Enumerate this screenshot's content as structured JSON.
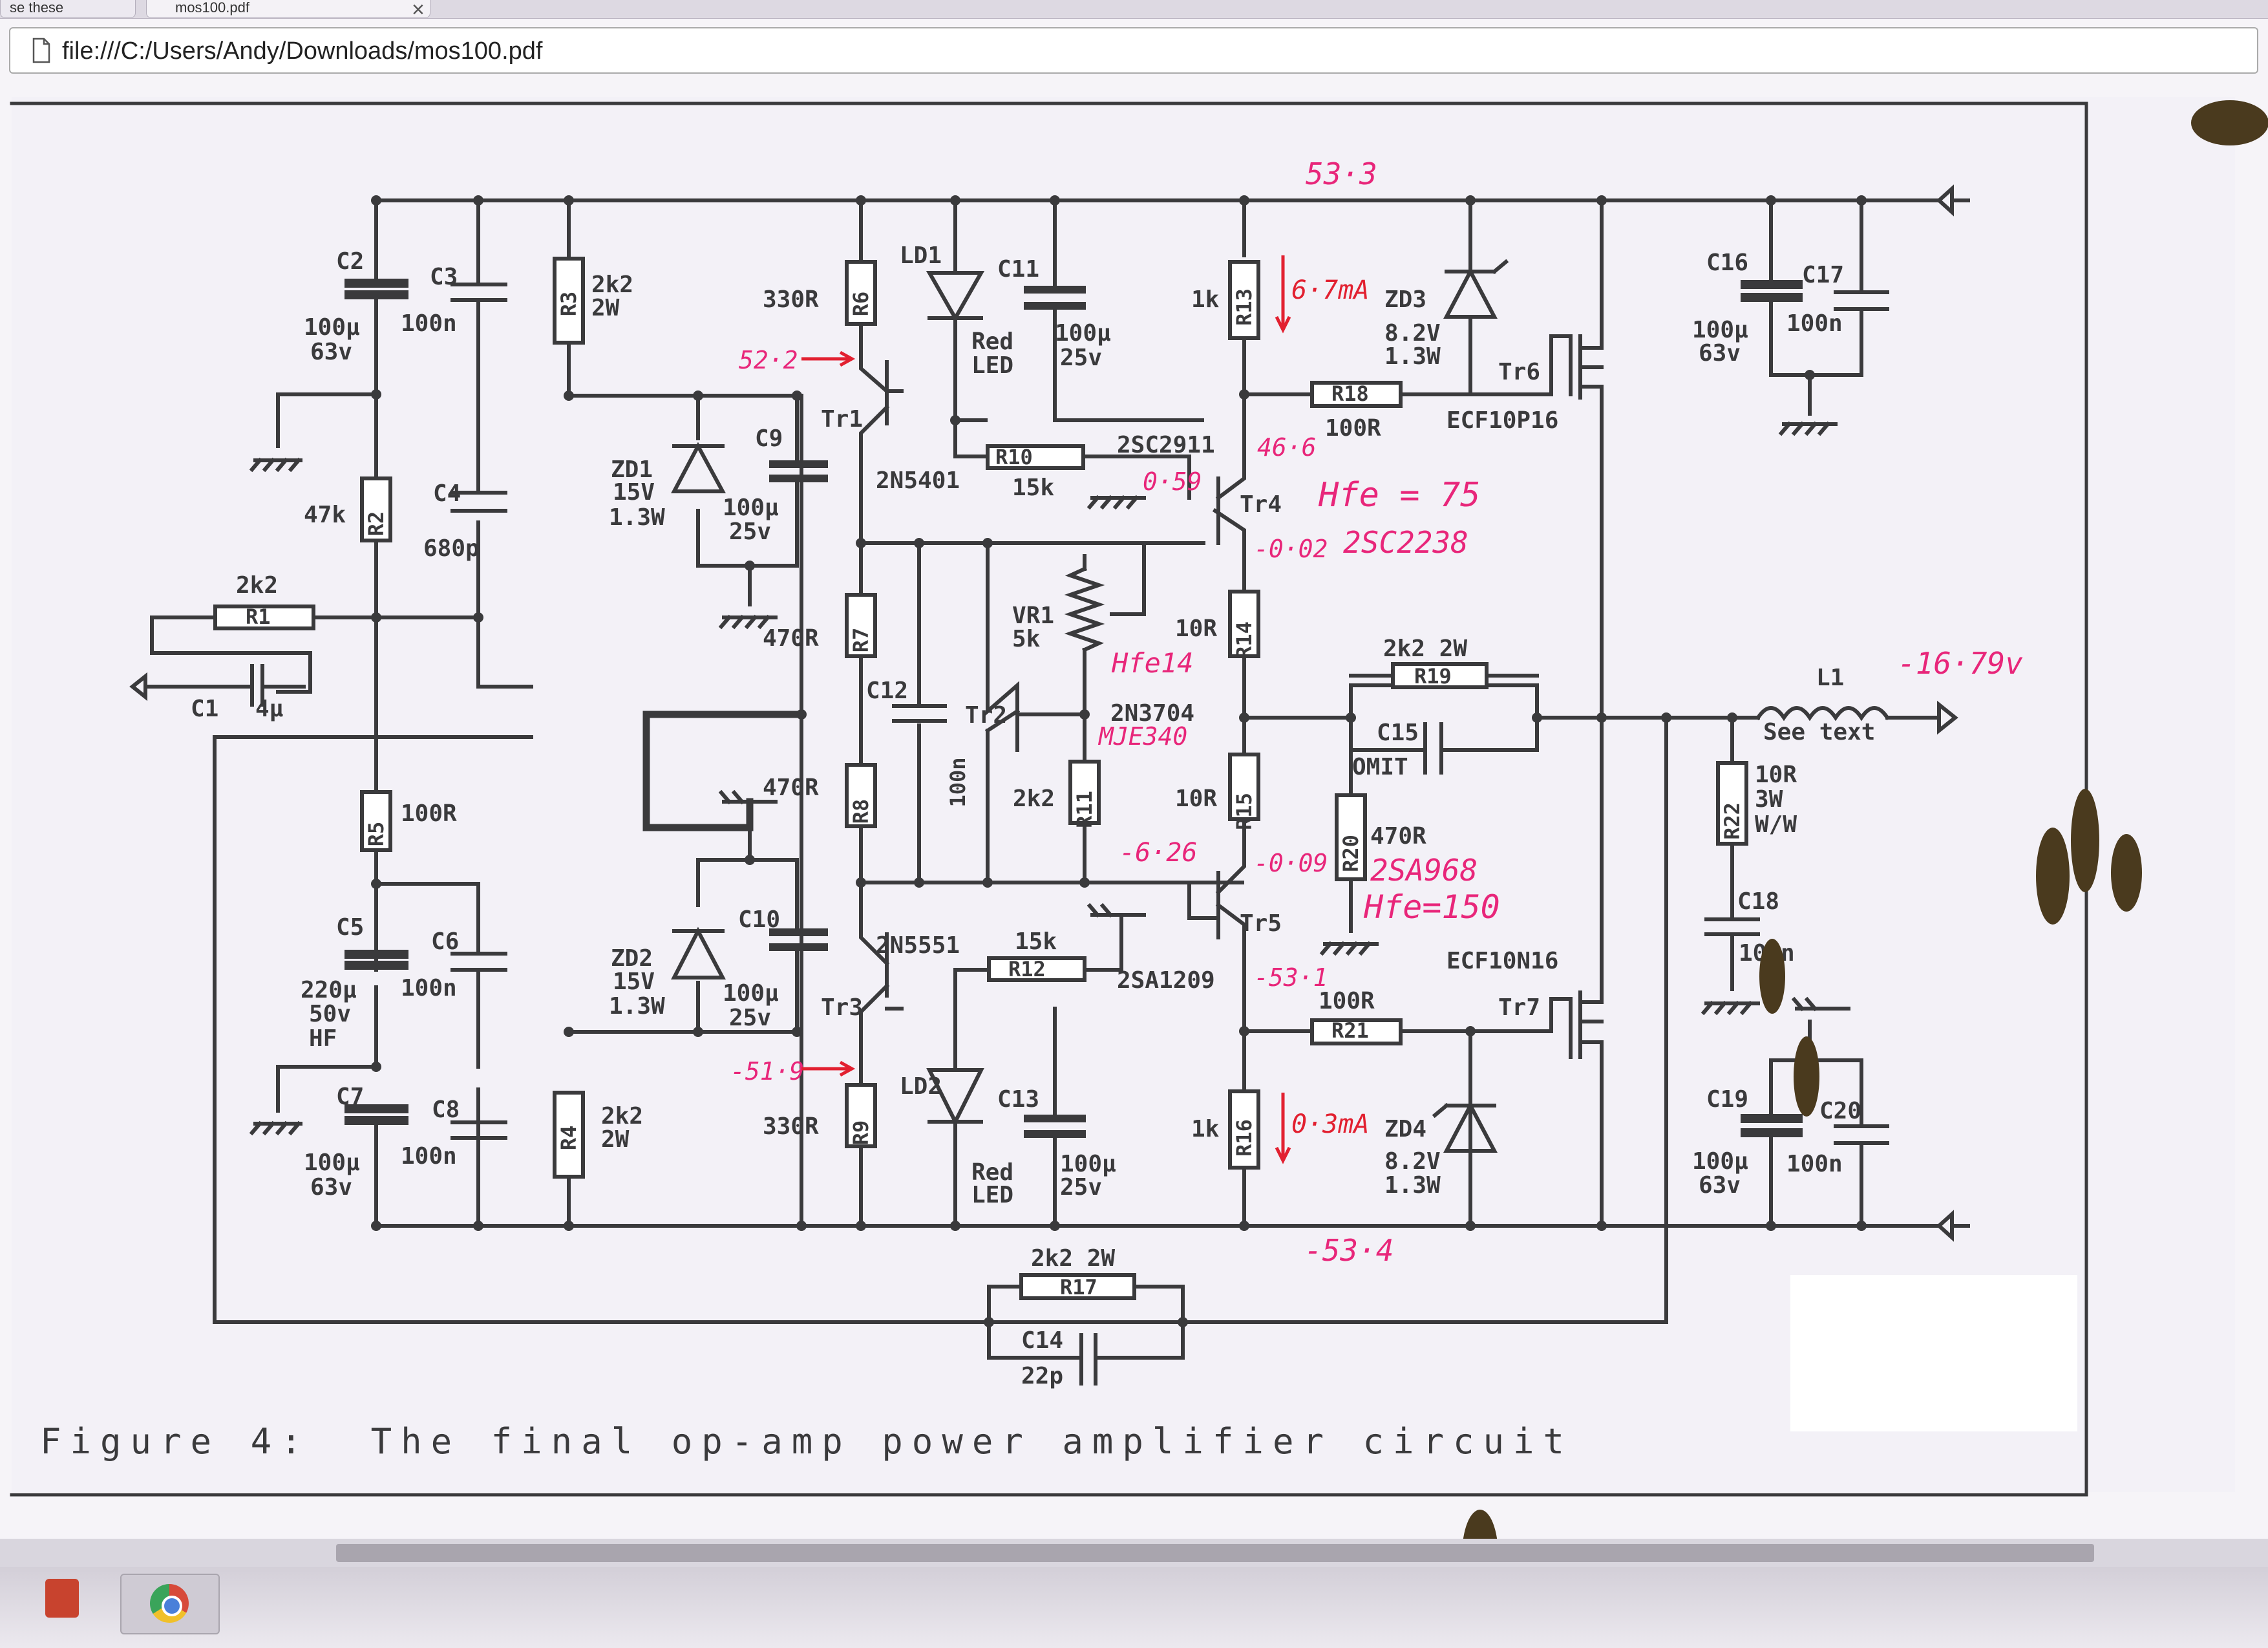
{
  "browser": {
    "tabs": [
      {
        "label": "se these"
      },
      {
        "label": "mos100.pdf"
      }
    ],
    "close_glyph": "×",
    "address": "file:///C:/Users/Andy/Downloads/mos100.pdf",
    "page_icon": "page-icon"
  },
  "schematic": {
    "caption": "Figure 4:  The final op-amp power amplifier circuit",
    "labels": {
      "C2": "C2",
      "C2_val": "100µ",
      "C2_v": "63v",
      "C3": "C3",
      "C3_val": "100n",
      "R3": "R3",
      "R3_val": "2k2",
      "R3_w": "2W",
      "R6_val": "330R",
      "R6": "R6",
      "LD1": "LD1",
      "LD1_t1": "Red",
      "LD1_t2": "LED",
      "C11": "C11",
      "C11_val": "100µ",
      "C11_v": "25v",
      "R13_val": "1k",
      "R13": "R13",
      "ZD3": "ZD3",
      "ZD3_v": "8.2V",
      "ZD3_w": "1.3W",
      "Tr6": "Tr6",
      "ECF10P16": "ECF10P16",
      "C16": "C16",
      "C16_val": "100µ",
      "C16_v": "63v",
      "C17": "C17",
      "C17_val": "100n",
      "Tr1": "Tr1",
      "2N5401": "2N5401",
      "R10": "R10",
      "R10_val": "15k",
      "R18": "R18",
      "R18_val": "100R",
      "2SC2911": "2SC2911",
      "ZD1": "ZD1",
      "ZD1_v": "15V",
      "ZD1_w": "1.3W",
      "C9": "C9",
      "C9_val": "100µ",
      "C9_v": "25v",
      "R2": "R2",
      "R2_val": "47k",
      "C4": "C4",
      "C4_val": "680p",
      "Tr4": "Tr4",
      "R1": "R1",
      "R1_val": "2k2",
      "VR1": "VR1",
      "VR1_val": "5k",
      "R7_val": "470R",
      "R7": "R7",
      "R14_val": "10R",
      "R14": "R14",
      "R19": "R19",
      "R19_val": "2k2  2W",
      "L1": "L1",
      "L1_t": "See text",
      "C1": "C1",
      "C1_val": "4µ",
      "C12": "C12",
      "C12_val": "100n",
      "Tr2": "Tr2",
      "2N3704": "2N3704",
      "C15": "C15",
      "C15_omit": "OMIT",
      "R5": "R5",
      "R5_val": "100R",
      "R8_val": "470R",
      "R8": "R8",
      "R11": "R11",
      "R11_val": "2k2",
      "R15_val": "10R",
      "R15": "R15",
      "R20": "R20",
      "R20_val": "470R",
      "R22": "R22",
      "R22_val": "10R",
      "R22_w": "3W",
      "R22_t": "W/W",
      "C5": "C5",
      "C5_val": "220µ",
      "C5_v": "50v",
      "C5_t": "HF",
      "C6": "C6",
      "C6_val": "100n",
      "ZD2": "ZD2",
      "ZD2_v": "15V",
      "ZD2_w": "1.3W",
      "C10": "C10",
      "C10_val": "100µ",
      "C10_v": "25v",
      "2N5551": "2N5551",
      "R12": "R12",
      "R12_val": "15k",
      "Tr5": "Tr5",
      "C18": "C18",
      "C18_val": "100n",
      "ECF10N16": "ECF10N16",
      "2SA1209": "2SA1209",
      "Tr3": "Tr3",
      "R21": "R21",
      "R21_val": "100R",
      "Tr7": "Tr7",
      "C7": "C7",
      "C7_val": "100µ",
      "C7_v": "63v",
      "C8": "C8",
      "C8_val": "100n",
      "R4": "R4",
      "R4_val": "2k2",
      "R4_w": "2W",
      "LD2": "LD2",
      "LD2_t1": "Red",
      "LD2_t2": "LED",
      "C13": "C13",
      "C13_val": "100µ",
      "C13_v": "25v",
      "R9_val": "330R",
      "R9": "R9",
      "R16_val": "1k",
      "R16": "R16",
      "ZD4": "ZD4",
      "ZD4_v": "8.2V",
      "ZD4_w": "1.3W",
      "C19": "C19",
      "C19_val": "100µ",
      "C19_v": "63v",
      "C20": "C20",
      "C20_val": "100n",
      "R17": "R17",
      "R17_val": "2k2  2W",
      "C14": "C14",
      "C14_val": "22p"
    },
    "annotations": {
      "v_top": "53·3",
      "v_tr1": "52·2",
      "i_r13": "6·7mA",
      "v_46_6": "46·6",
      "v_0_59": "0·59",
      "hfe75": "Hfe = 75",
      "v_m002": "-0·02",
      "sc2238": "2SC2238",
      "hfe14": "Hfe14",
      "mje340": "MJE340",
      "v_out": "-16·79v",
      "v_m626": "-6·26",
      "v_m009": "-0·09",
      "sa968": "2SA968",
      "hfe150": "Hfe=150",
      "v_m531": "-53·1",
      "v_m519": "-51·9",
      "i_r16": "0·3mA",
      "v_bottom": "-53·4"
    },
    "colors": {
      "ink": "#3a3a3c",
      "annotation": "#e8267a",
      "arrow_red": "#e22030",
      "ink_blot": "#4a3a1e"
    }
  }
}
